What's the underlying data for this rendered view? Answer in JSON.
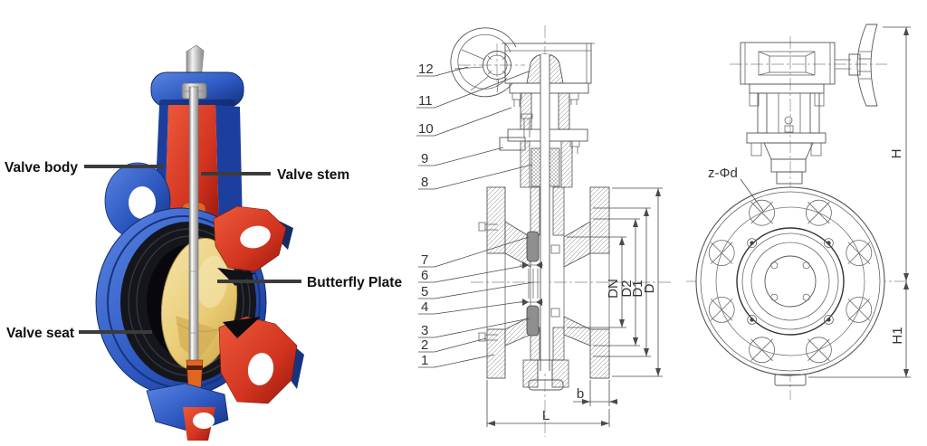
{
  "colors": {
    "body_blue": "#2d58c0",
    "body_blue_dark": "#16347e",
    "cut_red": "#d23420",
    "bushing_orange": "#e0661f",
    "disc_yellow": "#e9cb74",
    "seat_black": "#15161c",
    "drawing_line": "#555555",
    "label_text": "#111111"
  },
  "illustration": {
    "labels": {
      "valve_body": "Valve body",
      "valve_stem": "Valve stem",
      "butterfly_plate": "Butterfly Plate",
      "valve_seat": "Valve seat"
    }
  },
  "section_view": {
    "parts": {
      "n12": "12",
      "n11": "11",
      "n10": "10",
      "n9": "9",
      "n8": "8",
      "n7": "7",
      "n6": "6",
      "n5": "5",
      "n4": "4",
      "n3": "3",
      "n2": "2",
      "n1": "1"
    },
    "dims": {
      "dn": "DN",
      "d2": "D2",
      "d1": "D1",
      "d": "D",
      "b": "b",
      "l": "L"
    }
  },
  "front_view": {
    "labels": {
      "bolt_holes": "z-Φd",
      "height_upper": "H",
      "height_lower": "H1"
    }
  }
}
